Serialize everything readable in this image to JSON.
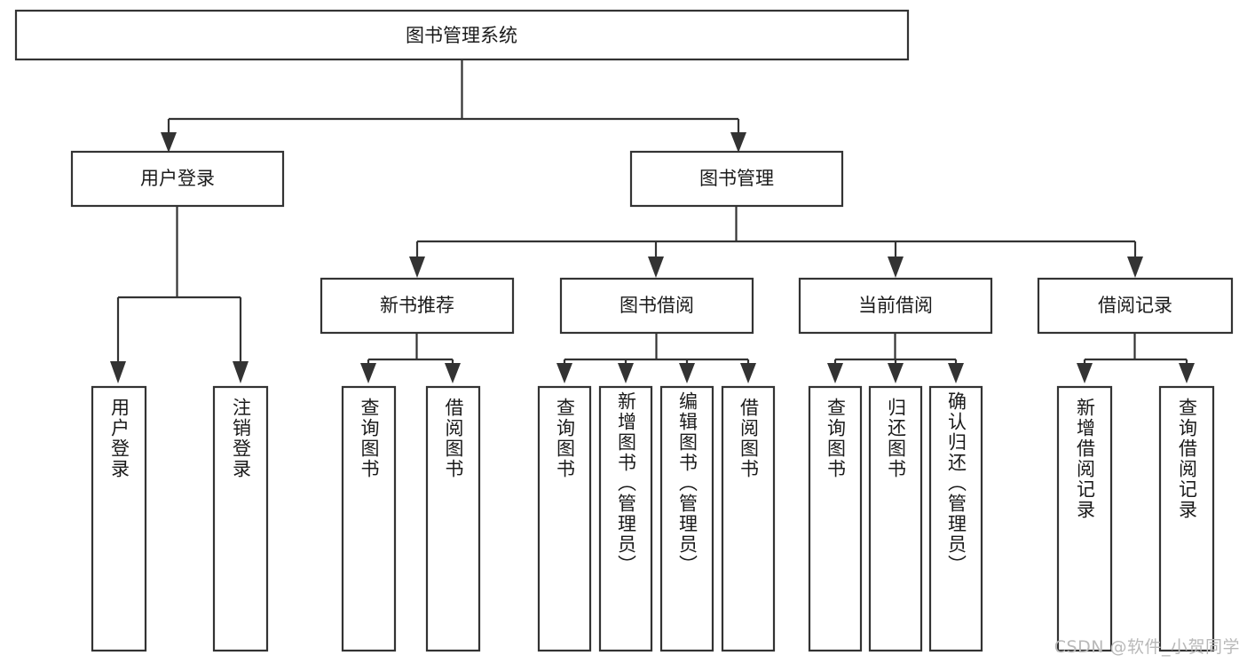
{
  "diagram": {
    "type": "hierarchy-tree",
    "title": "图书管理系统",
    "root": {
      "id": "root",
      "label": "图书管理系统",
      "orientation": "horizontal"
    },
    "level2": [
      {
        "id": "user-login",
        "label": "用户登录",
        "orientation": "horizontal"
      },
      {
        "id": "book-management",
        "label": "图书管理",
        "orientation": "horizontal"
      }
    ],
    "level3": [
      {
        "id": "new-book-recommend",
        "label": "新书推荐",
        "parent": "book-management",
        "orientation": "horizontal"
      },
      {
        "id": "book-borrow",
        "label": "图书借阅",
        "parent": "book-management",
        "orientation": "horizontal"
      },
      {
        "id": "current-borrow",
        "label": "当前借阅",
        "parent": "book-management",
        "orientation": "horizontal"
      },
      {
        "id": "borrow-record",
        "label": "借阅记录",
        "parent": "book-management",
        "orientation": "horizontal"
      }
    ],
    "leaves": [
      {
        "id": "leaf-user-login",
        "label": "用户登录",
        "parent": "user-login",
        "orientation": "vertical"
      },
      {
        "id": "leaf-logout-login",
        "label": "注销登录",
        "parent": "user-login",
        "orientation": "vertical"
      },
      {
        "id": "leaf-query-book-1",
        "label": "查询图书",
        "parent": "new-book-recommend",
        "orientation": "vertical"
      },
      {
        "id": "leaf-borrow-book-1",
        "label": "借阅图书",
        "parent": "new-book-recommend",
        "orientation": "vertical"
      },
      {
        "id": "leaf-query-book-2",
        "label": "查询图书",
        "parent": "book-borrow",
        "orientation": "vertical"
      },
      {
        "id": "leaf-add-book",
        "label": "新增图书（管理员）",
        "parent": "book-borrow",
        "orientation": "vertical"
      },
      {
        "id": "leaf-edit-book",
        "label": "编辑图书（管理员）",
        "parent": "book-borrow",
        "orientation": "vertical"
      },
      {
        "id": "leaf-borrow-book-2",
        "label": "借阅图书",
        "parent": "book-borrow",
        "orientation": "vertical"
      },
      {
        "id": "leaf-query-book-3",
        "label": "查询图书",
        "parent": "current-borrow",
        "orientation": "vertical"
      },
      {
        "id": "leaf-return-book",
        "label": "归还图书",
        "parent": "current-borrow",
        "orientation": "vertical"
      },
      {
        "id": "leaf-confirm-return",
        "label": "确认归还（管理员）",
        "parent": "current-borrow",
        "orientation": "vertical"
      },
      {
        "id": "leaf-add-record",
        "label": "新增借阅记录",
        "parent": "borrow-record",
        "orientation": "vertical"
      },
      {
        "id": "leaf-query-record",
        "label": "查询借阅记录",
        "parent": "borrow-record",
        "orientation": "vertical"
      }
    ],
    "watermark": "CSDN @软件_小贺同学",
    "colors": {
      "box_stroke": "#333333",
      "box_fill": "#ffffff",
      "text": "#1a1a1a",
      "background": "#ffffff",
      "watermark": "#b9b9b9"
    }
  }
}
